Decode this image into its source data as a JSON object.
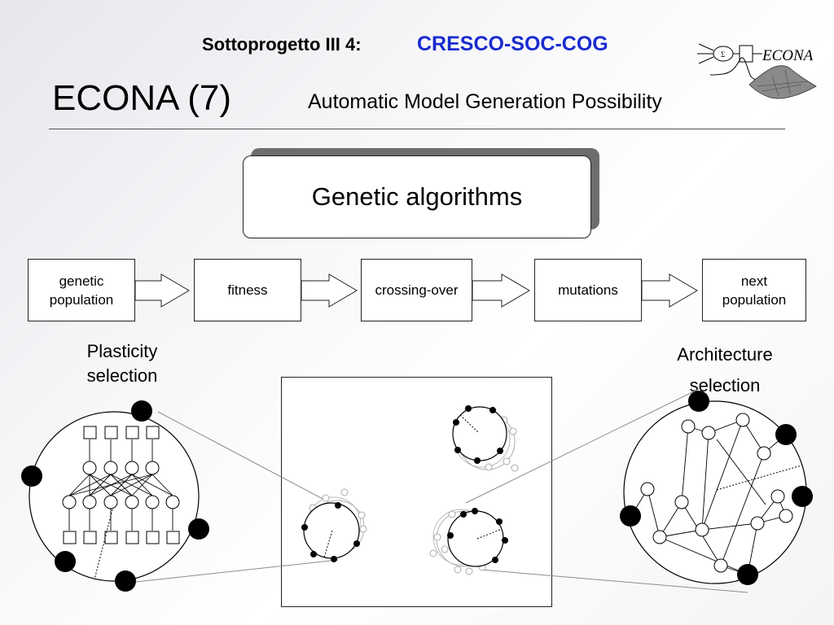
{
  "header": {
    "subproject": "Sottoprogetto III 4:",
    "code": "CRESCO-SOC-COG",
    "title": "ECONA (7)",
    "subtitle": "Automatic Model Generation Possibility",
    "logo_text": "ECONA"
  },
  "main_box": {
    "label": "Genetic algorithms"
  },
  "pipeline": {
    "steps": [
      {
        "line1": "genetic",
        "line2": "population"
      },
      {
        "line1": "fitness",
        "line2": ""
      },
      {
        "line1": "crossing-over",
        "line2": ""
      },
      {
        "line1": "mutations",
        "line2": ""
      },
      {
        "line1": "next",
        "line2": "population"
      }
    ]
  },
  "left_label": {
    "line1": "Plasticity",
    "line2": "selection"
  },
  "right_label": {
    "line1": "Architecture",
    "line2": "selection"
  },
  "colors": {
    "accent": "#1a2ccf",
    "shadow": "#6d6d6d",
    "line": "#222222",
    "ghost": "#9a9a9a"
  }
}
